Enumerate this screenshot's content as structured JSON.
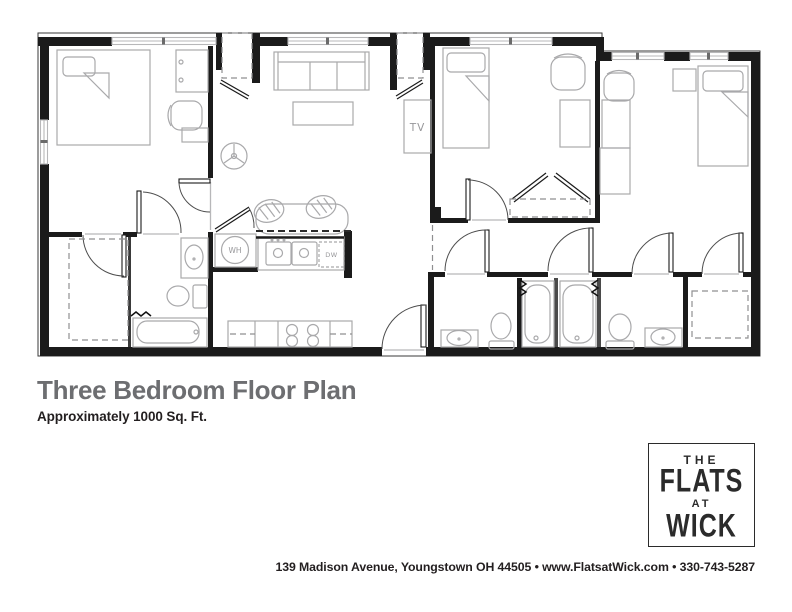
{
  "theme": {
    "wall": "#1b1b1b",
    "furniture": "#a9a9ab",
    "door": "#4d4d4d",
    "dash": "#8f8f91",
    "window": "#b7b7b9",
    "label": "#97979a",
    "title": "#6d6e71",
    "ink": "#231f20"
  },
  "plan": {
    "labels": {
      "tv": "TV",
      "water_heater": "WH",
      "dishwasher": "DW"
    }
  },
  "title": {
    "heading": "Three Bedroom Floor Plan",
    "subheading": "Approximately 1000 Sq. Ft."
  },
  "logo": {
    "lines": [
      "THE",
      "FLATS",
      "AT",
      "WICK"
    ]
  },
  "footer": {
    "text": "139 Madison Avenue, Youngstown OH 44505 • www.FlatsatWick.com • 330-743-5287"
  }
}
